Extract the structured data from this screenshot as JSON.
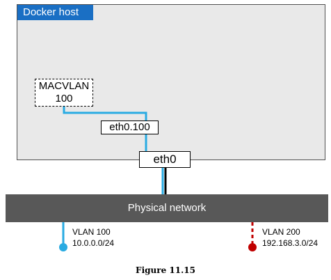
{
  "docker_host": {
    "title": "Docker host"
  },
  "nodes": {
    "macvlan": {
      "line1": "MACVLAN",
      "line2": "100"
    },
    "subinterface": "eth0.100",
    "interface": "eth0"
  },
  "physical_network": "Physical network",
  "vlans": [
    {
      "name": "VLAN 100",
      "subnet": "10.0.0.0/24",
      "color": "#29abe2",
      "style": "solid"
    },
    {
      "name": "VLAN 200",
      "subnet": "192.168.3.0/24",
      "color": "#c00000",
      "style": "dashed"
    }
  ],
  "colors": {
    "host_title": "#1a6fc4",
    "host_bg": "#e9e9e9",
    "network": "#585858",
    "trunk": "#000000"
  },
  "caption": "Figure 11.15"
}
